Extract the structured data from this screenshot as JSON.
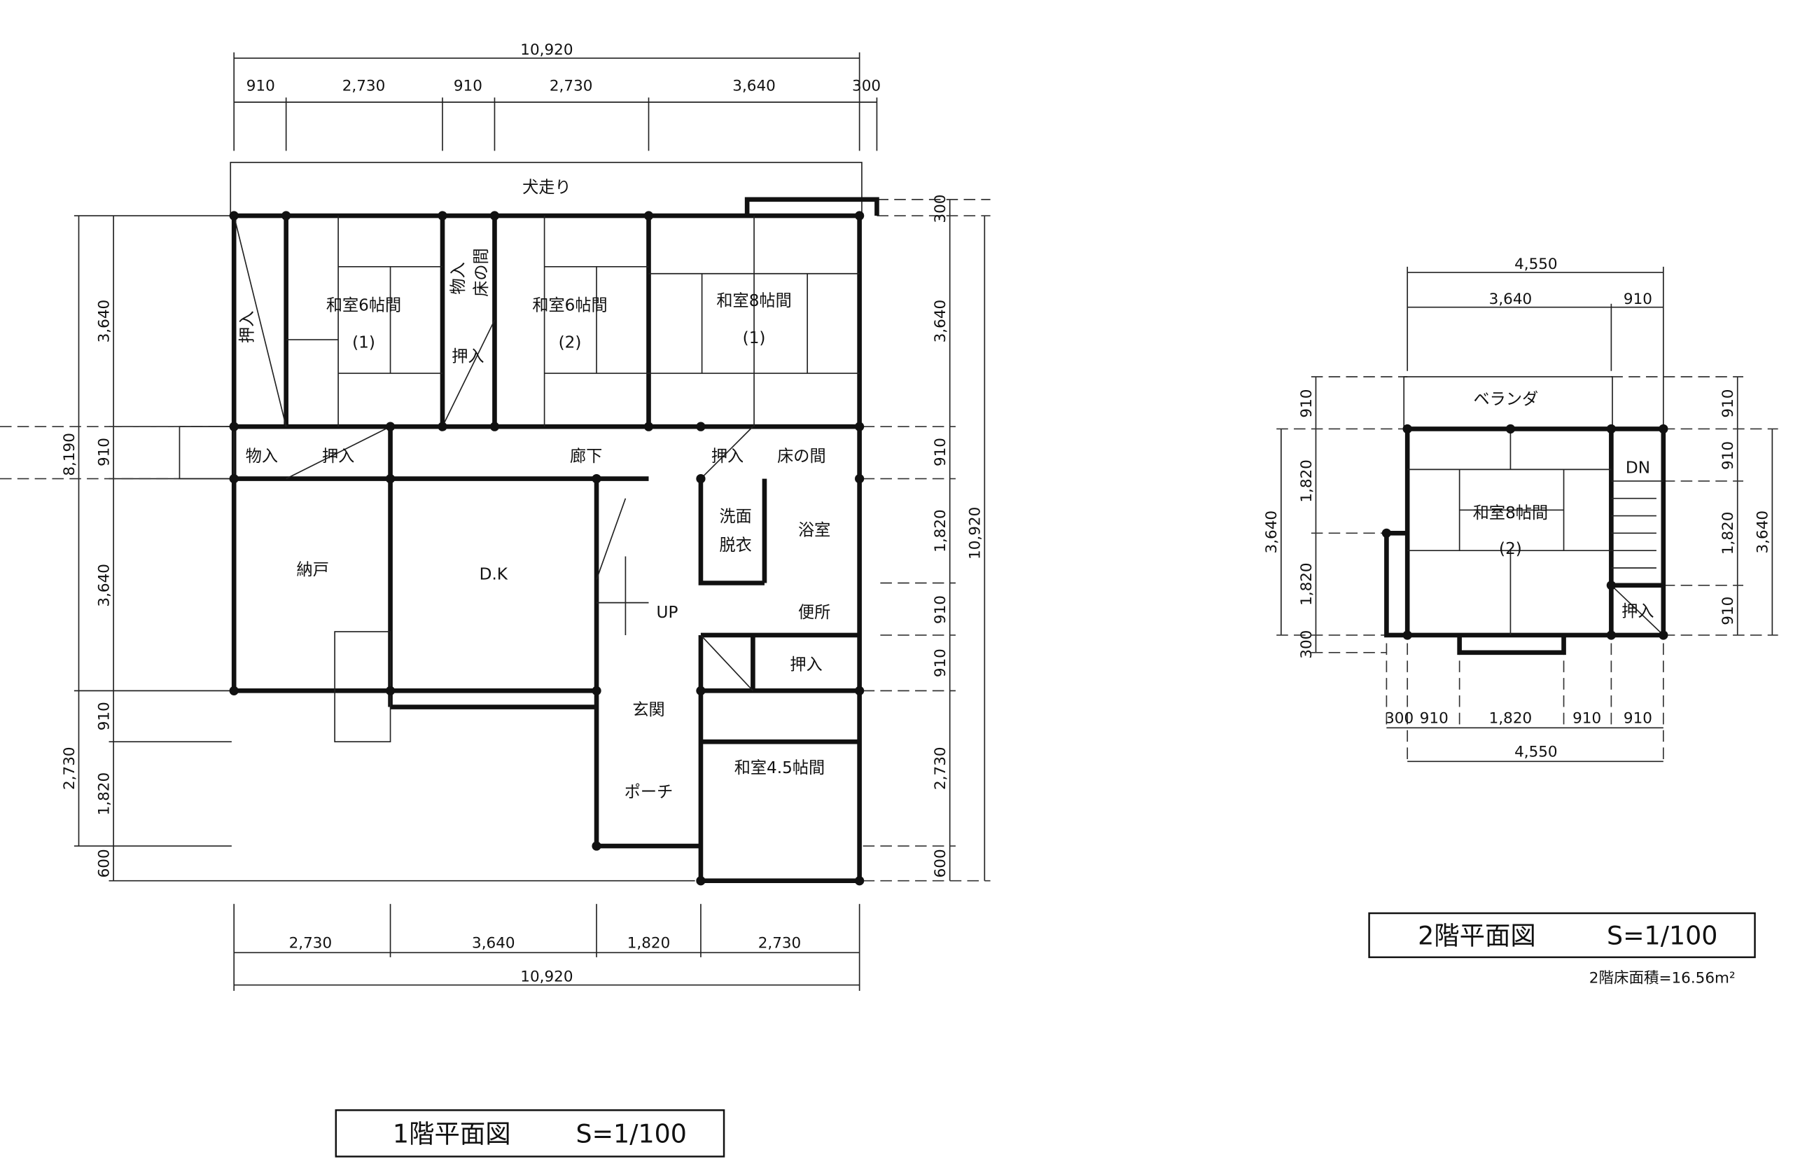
{
  "plan1": {
    "title": "1階平面図",
    "scale": "S=1/100",
    "dims": {
      "top_total": "10,920",
      "top": [
        "910",
        "2,730",
        "910",
        "2,730",
        "3,640",
        "300"
      ],
      "bottom": [
        "2,730",
        "3,640",
        "1,820",
        "2,730"
      ],
      "bottom_total": "10,920",
      "left_outer": [
        "3,640",
        "910",
        "3,640",
        "600"
      ],
      "left_total": "8,190",
      "left_inner": [
        "2,730"
      ],
      "left_inner2": [
        "910",
        "1,820"
      ],
      "right": [
        "300",
        "3,640",
        "910",
        "1,820",
        "910",
        "910",
        "2,730",
        "600"
      ],
      "right_total": "10,920"
    },
    "rooms": {
      "inubashiri": "犬走り",
      "washitsu6_1": "和室6帖間",
      "washitsu6_1_no": "(1)",
      "washitsu6_2": "和室6帖間",
      "washitsu6_2_no": "(2)",
      "washitsu8_1": "和室8帖間",
      "washitsu8_1_no": "(1)",
      "oshiire_left": "押入",
      "monoire_top": "物入",
      "tokonoma_top": "床の間",
      "oshiire_mid": "押入",
      "monoire_left": "物入",
      "oshiire_hall": "押入",
      "rouka": "廊下",
      "oshiire_right": "押入",
      "tokonoma_right": "床の間",
      "senmen": "洗面",
      "datsui": "脱衣",
      "yokushitsu": "浴室",
      "nando": "納戸",
      "dk": "D.K",
      "up": "UP",
      "benjo": "便所",
      "oshiire_low": "押入",
      "genkan": "玄関",
      "washitsu45": "和室4.5帖間",
      "porch": "ポーチ"
    }
  },
  "plan2": {
    "title": "2階平面図",
    "scale": "S=1/100",
    "area": "2階床面積=16.56m²",
    "dims": {
      "top_total": "4,550",
      "top": [
        "3,640",
        "910"
      ],
      "bottom": [
        "300",
        "910",
        "1,820",
        "910",
        "910"
      ],
      "bottom_total": "4,550",
      "left": [
        "910",
        "1,820",
        "1,820",
        "300"
      ],
      "left_total": "3,640",
      "right": [
        "910",
        "910",
        "1,820",
        "910"
      ],
      "right_total": "3,640"
    },
    "rooms": {
      "veranda": "ベランダ",
      "washitsu8_2": "和室8帖間",
      "washitsu8_2_no": "(2)",
      "dn": "DN",
      "oshiire": "押入"
    }
  }
}
